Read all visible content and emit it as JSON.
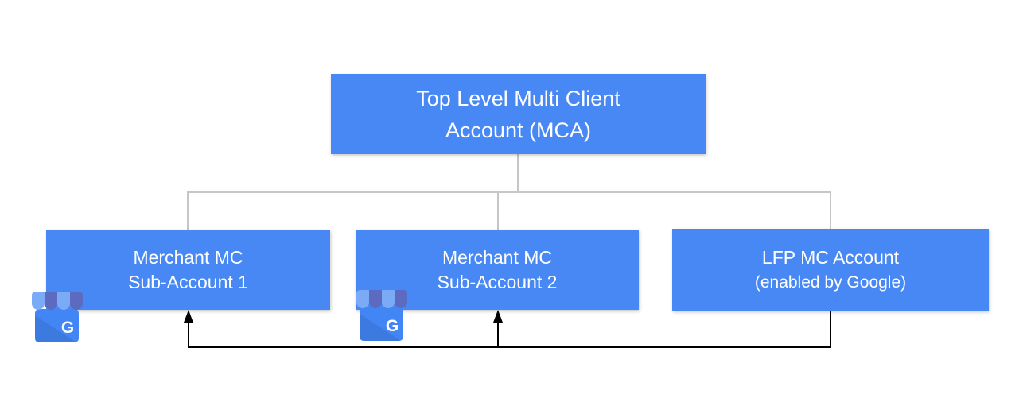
{
  "nodes": {
    "mca": {
      "line1": "Top Level Multi Client",
      "line2": "Account (MCA)"
    },
    "sub1": {
      "line1": "Merchant MC",
      "line2": "Sub-Account 1"
    },
    "sub2": {
      "line1": "Merchant MC",
      "line2": "Sub-Account 2"
    },
    "lfp": {
      "line1": "LFP MC Account",
      "line2": "(enabled by Google)"
    }
  },
  "icons": {
    "storefront": {
      "name": "google-business-storefront",
      "letter": "G"
    }
  },
  "colors": {
    "background": "#FFFFFF",
    "node_fill": "#4888F4",
    "node_text": "#FFFFFF",
    "tree_line": "#C6C6C6",
    "arrow_line": "#000000",
    "icon_body": "#4285F4",
    "icon_awning_light": "#7BAAF7",
    "icon_awning_dark": "#5C6BC0"
  }
}
